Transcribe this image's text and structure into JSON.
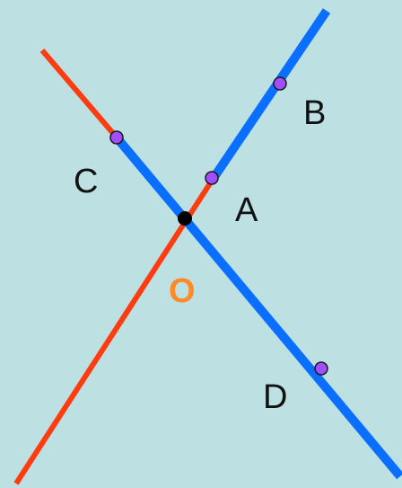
{
  "colors": {
    "background": "#bde0e3",
    "red_line": "#ff3b10",
    "blue_line": "#0a6fff",
    "point_fill": "#a24dff",
    "point_stroke": "#1a1a1a",
    "origin_point": "#000000",
    "origin_label": "#ff8a2a"
  },
  "labels": {
    "A": "A",
    "B": "B",
    "C": "C",
    "D": "D",
    "O": "O"
  }
}
